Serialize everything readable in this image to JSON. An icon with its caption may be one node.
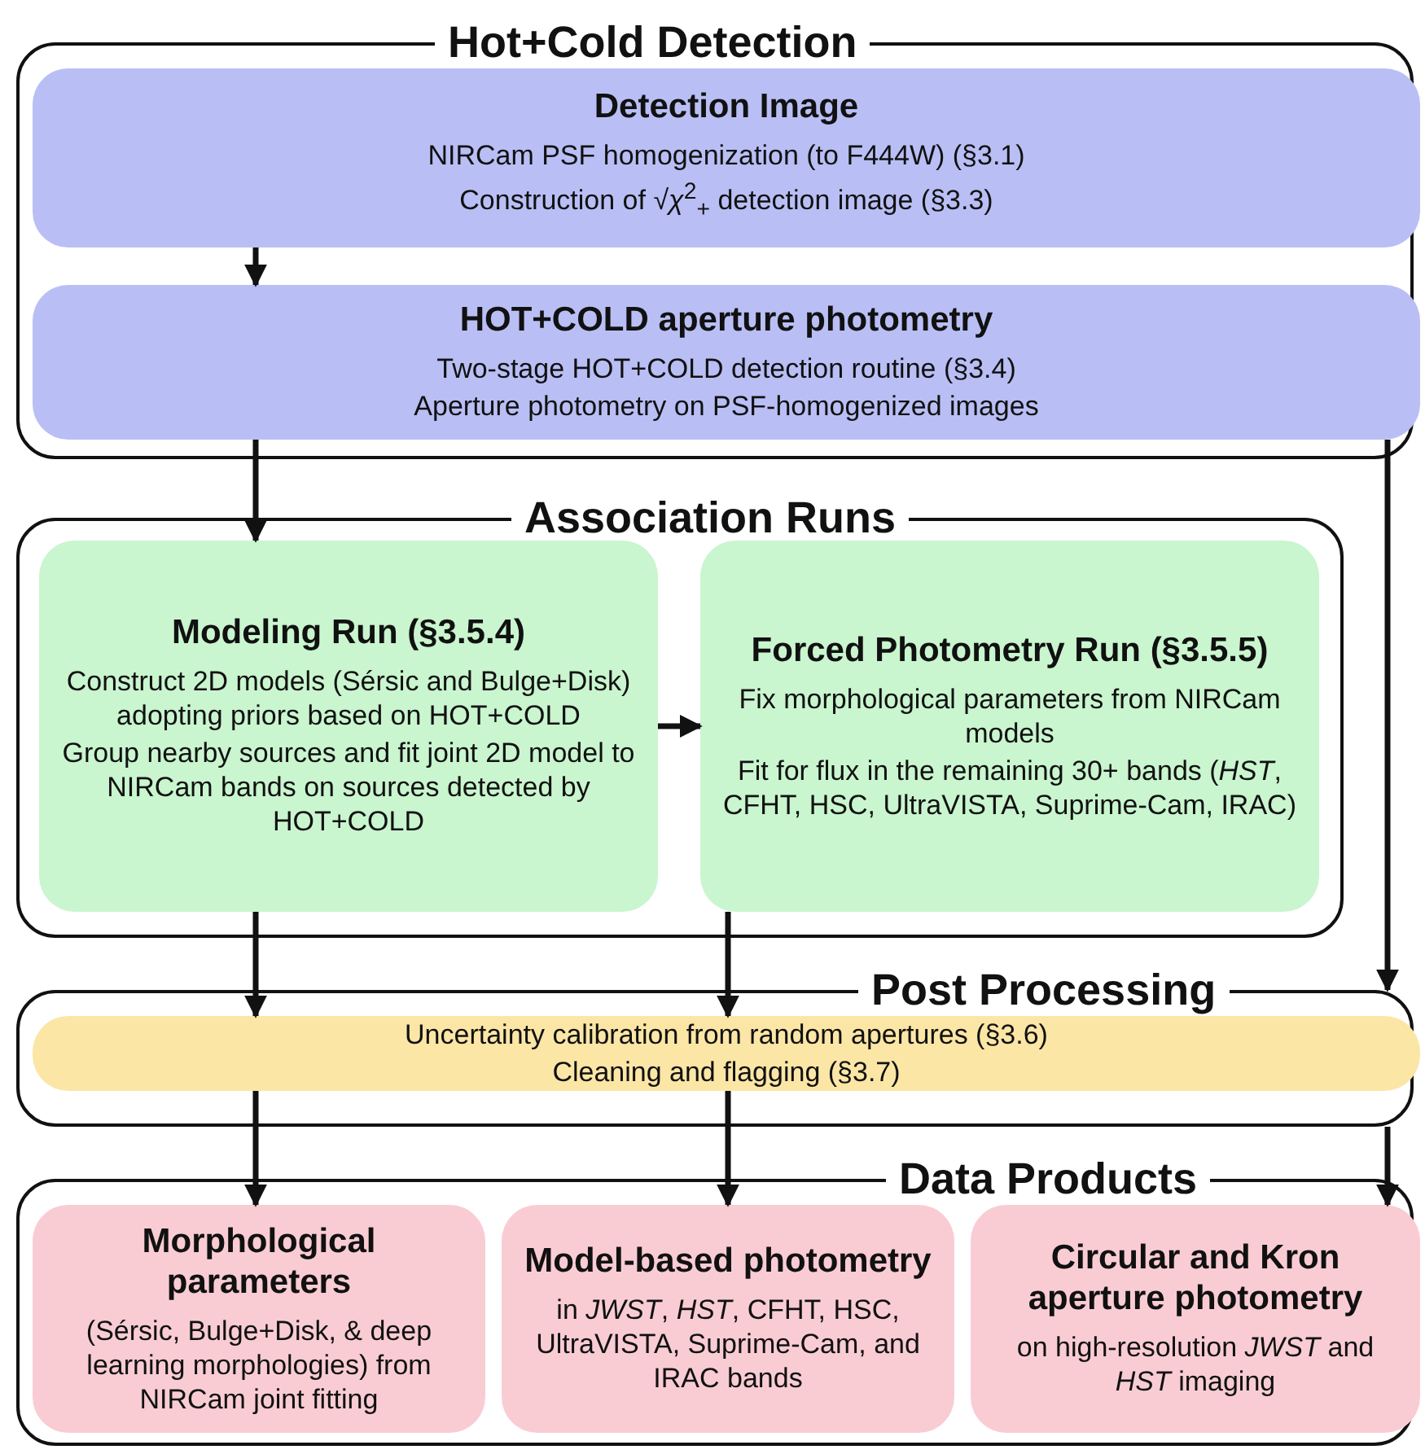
{
  "diagram": {
    "nodes": [
      {
        "text": [
          "Hot+Cold Detection"
        ]
      },
      {
        "text": [
          "Detection Image",
          "NIRCam PSF homogenization (to F444W) (§3.1)",
          "Construction of √*χ*$^{2}$$_{+}$ detection image (§3.3)"
        ],
        "in": 0
      },
      {
        "text": [
          "HOT+COLD aperture photometry",
          "Two-stage HOT+COLD detection routine (§3.4)",
          "Aperture photometry on PSF-homogenized images"
        ],
        "in": 0
      },
      {
        "text": [
          "Association Runs"
        ]
      },
      {
        "text": [
          "Modeling Run (§3.5.4)",
          "Construct 2D models (Sérsic and Bulge+Disk) adopting priors based on HOT+COLD",
          "Group nearby sources and fit joint 2D model to NIRCam bands on sources detected by HOT+COLD"
        ],
        "in": 3
      },
      {
        "text": [
          "Forced Photometry Run (§3.5.5)",
          "Fix morphological parameters from NIRCam models",
          "Fit for flux in the remaining 30+ bands (*HST*, CFHT, HSC, UltraVISTA, Suprime-Cam, IRAC)"
        ],
        "in": 3
      },
      {
        "text": [
          "Post Processing"
        ]
      },
      {
        "text": [
          "Uncertainty calibration from random apertures (§3.6)",
          "Cleaning and flagging (§3.7)"
        ],
        "in": 6
      },
      {
        "text": [
          "Data Products"
        ]
      },
      {
        "text": [
          "Morphological parameters",
          "(Sérsic, Bulge+Disk, & deep learning morphologies) from NIRCam joint fitting"
        ],
        "in": 8
      },
      {
        "text": [
          "Model-based photometry",
          "in *JWST*, *HST*, CFHT, HSC, UltraVISTA, Suprime-Cam, and IRAC bands"
        ],
        "in": 8
      },
      {
        "text": [
          "Circular and Kron aperture photometry",
          "on high-resolution *JWST* and *HST* imaging"
        ],
        "in": 8
      }
    ],
    "edges": [
      {
        "from": 1,
        "to": 2,
        "arrow": "to"
      },
      {
        "from": 2,
        "to": 4,
        "arrow": "to"
      },
      {
        "from": 4,
        "to": 5,
        "arrow": "to"
      },
      {
        "from": 4,
        "to": 7,
        "arrow": "to"
      },
      {
        "from": 5,
        "to": 7,
        "arrow": "to"
      },
      {
        "from": 2,
        "to": 6,
        "arrow": "to"
      },
      {
        "from": 7,
        "to": 9,
        "arrow": "to"
      },
      {
        "from": 7,
        "to": 10,
        "arrow": "to"
      },
      {
        "from": 6,
        "to": 11,
        "arrow": "to"
      }
    ]
  }
}
